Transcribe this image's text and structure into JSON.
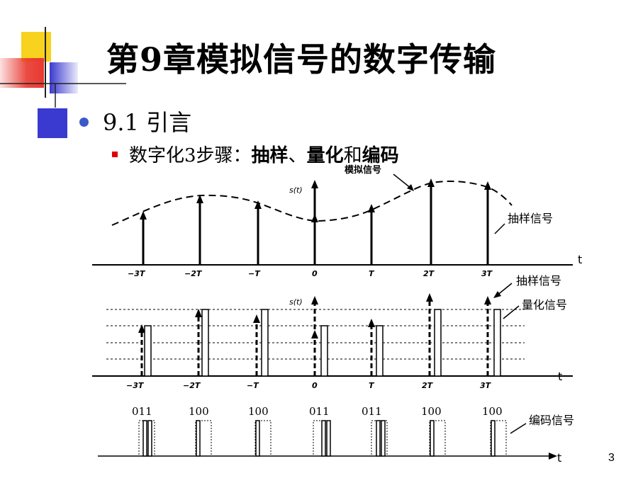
{
  "slide": {
    "title": "第9章模拟信号的数字传输",
    "bullet1": "9.1 引言",
    "bullet2_prefix": "数字化3步骤：",
    "bullet2_step1": "抽样",
    "bullet2_sep1": "、",
    "bullet2_step2": "量化",
    "bullet2_sep2": "和",
    "bullet2_step3": "编码",
    "page_number": "3"
  },
  "diagram": {
    "analog_label": "模拟信号",
    "s_label": "s(t)",
    "t_label": "t",
    "sample_label_top": "抽样信号",
    "sample_label_mid": "抽样信号",
    "quant_label": "量化信号",
    "code_label": "编码信号",
    "time_ticks": [
      "−3T",
      "−2T",
      "−T",
      "0",
      "T",
      "2T",
      "3T"
    ],
    "codes": [
      "011",
      "100",
      "100",
      "011",
      "011",
      "100",
      "100"
    ]
  },
  "colors": {
    "bullet_dot": "#3b59c9",
    "bullet_square": "#e00000",
    "deco_yellow": "#f7d21e",
    "deco_blue": "#3a3ad0",
    "deco_red": "#e8382f"
  }
}
